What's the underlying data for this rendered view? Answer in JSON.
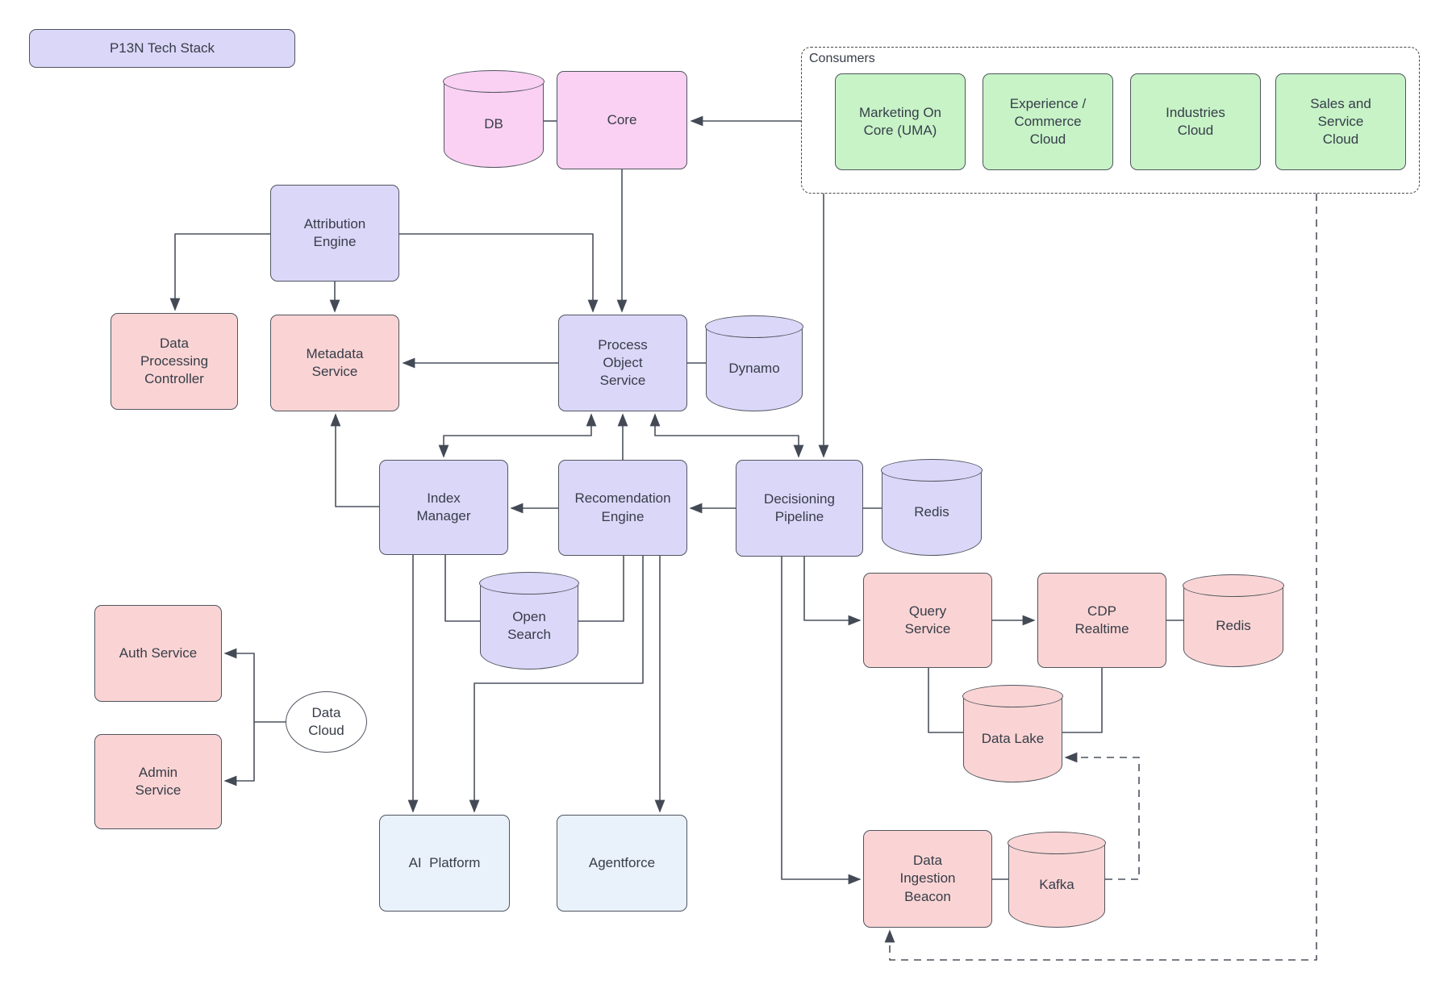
{
  "diagram_title": "P13N Tech Stack",
  "colors": {
    "lavender_service": "#dbd7f8",
    "pink_core": "#fad1f2",
    "red_service": "#fad4d4",
    "green_consumer": "#c7f3c7",
    "blue_platform": "#e9f1fb",
    "shape_stroke": "#50555f",
    "connector": "#4c525e",
    "dashed_container": "#474747",
    "text": "#373d49",
    "background": "#ffffff"
  },
  "consumers": {
    "label": "Consumers",
    "items": [
      {
        "label": "Marketing On\nCore (UMA)"
      },
      {
        "label": "Experience /\nCommerce\nCloud"
      },
      {
        "label": "Industries\nCloud"
      },
      {
        "label": "Sales and\nService\nCloud"
      }
    ]
  },
  "nodes": {
    "p13n": {
      "label": "P13N Tech Stack"
    },
    "db": {
      "label": "DB"
    },
    "core": {
      "label": "Core"
    },
    "attribution_engine": {
      "label": "Attribution\nEngine"
    },
    "data_processing_controller": {
      "label": "Data\nProcessing\nController"
    },
    "metadata_service": {
      "label": "Metadata\nService"
    },
    "process_object_service": {
      "label": "Process\nObject\nService"
    },
    "dynamo": {
      "label": "Dynamo"
    },
    "index_manager": {
      "label": "Index\nManager"
    },
    "recommendation_engine": {
      "label": "Recomendation\nEngine"
    },
    "decisioning_pipeline": {
      "label": "Decisioning\nPipeline"
    },
    "redis_decisioning": {
      "label": "Redis"
    },
    "open_search": {
      "label": "Open\nSearch"
    },
    "auth_service": {
      "label": "Auth Service"
    },
    "data_cloud": {
      "label": "Data\nCloud"
    },
    "admin_service": {
      "label": "Admin\nService"
    },
    "ai_platform": {
      "label": "AI  Platform"
    },
    "agentforce": {
      "label": "Agentforce"
    },
    "query_service": {
      "label": "Query\nService"
    },
    "cdp_realtime": {
      "label": "CDP\nRealtime"
    },
    "redis_cdp": {
      "label": "Redis"
    },
    "data_lake": {
      "label": "Data Lake"
    },
    "data_ingestion_beacon": {
      "label": "Data\nIngestion\nBeacon"
    },
    "kafka": {
      "label": "Kafka"
    }
  }
}
